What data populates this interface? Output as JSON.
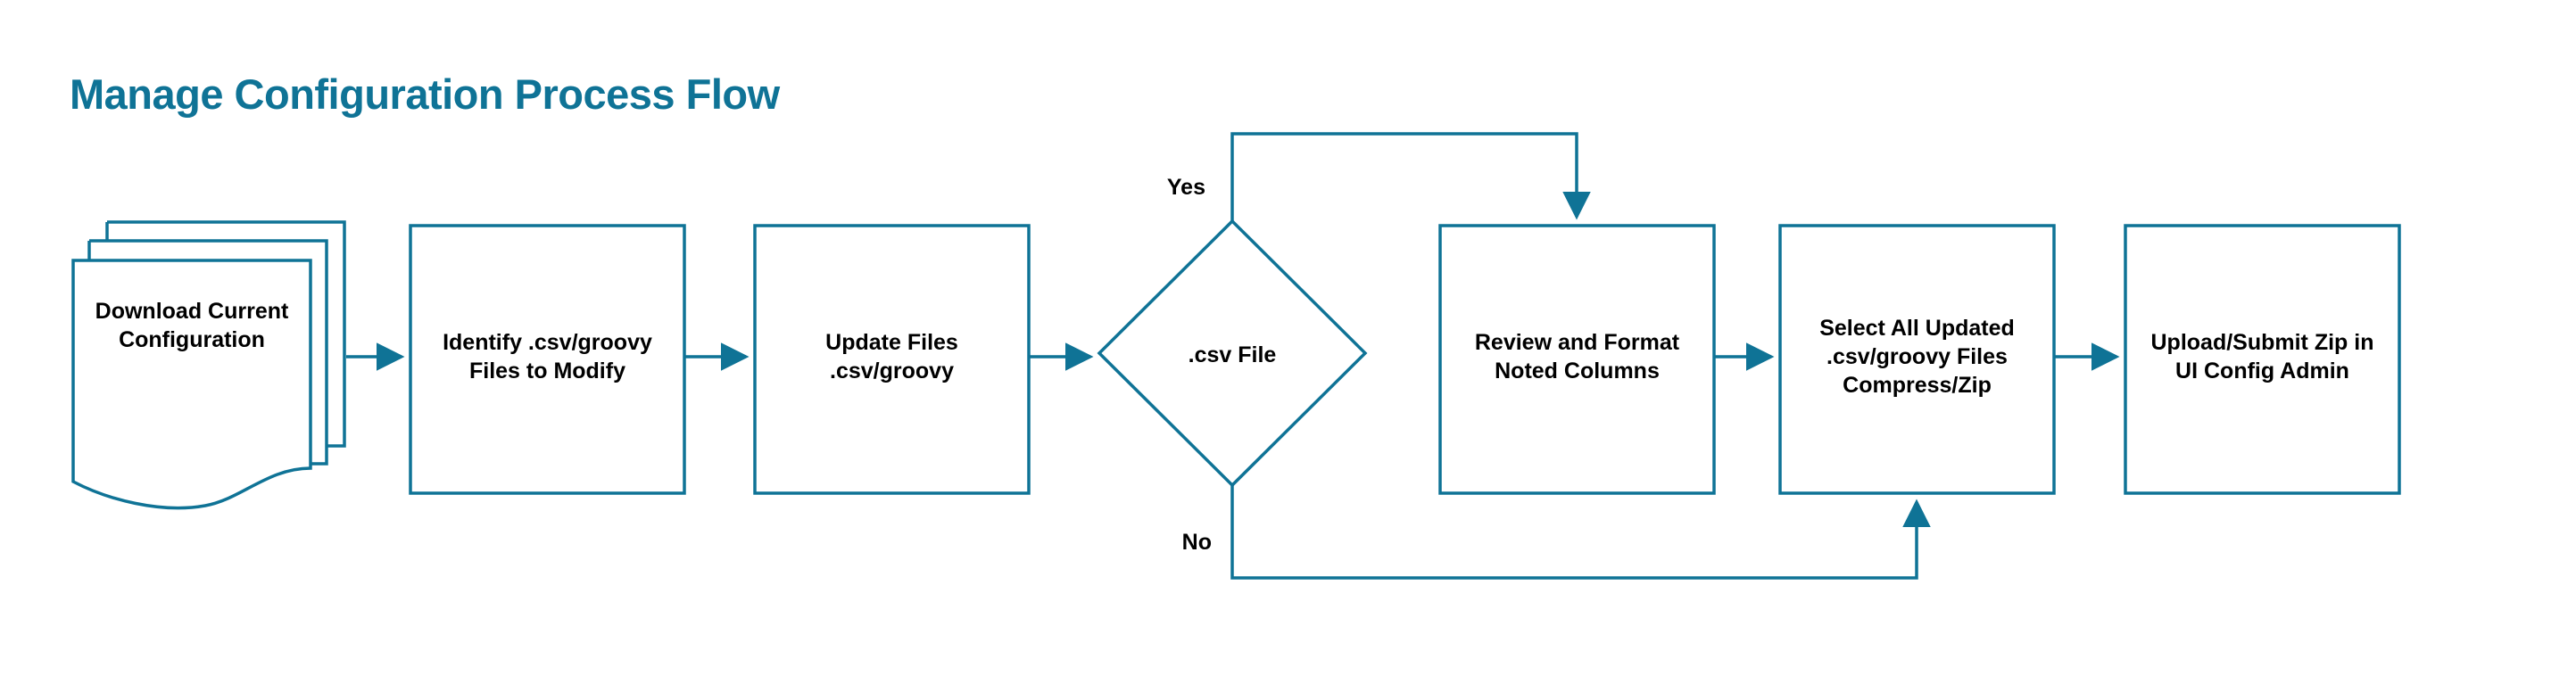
{
  "diagram": {
    "title": "Manage Configuration Process Flow",
    "accent_color": "#0f7396",
    "line_color": "#0f7396",
    "text_color": "#000000",
    "background_color": "#ffffff",
    "nodes": [
      {
        "id": "download",
        "shape": "multi-document",
        "label": "Download Current\nConfiguration"
      },
      {
        "id": "identify",
        "shape": "process",
        "label": "Identify .csv/groovy\nFiles to Modify"
      },
      {
        "id": "update",
        "shape": "process",
        "label": "Update Files\n.csv/groovy"
      },
      {
        "id": "decision",
        "shape": "decision",
        "label": ".csv File"
      },
      {
        "id": "review",
        "shape": "process",
        "label": "Review and Format\nNoted Columns"
      },
      {
        "id": "compress",
        "shape": "process",
        "label": "Select All Updated\n.csv/groovy Files\nCompress/Zip"
      },
      {
        "id": "upload",
        "shape": "process",
        "label": "Upload/Submit Zip in\nUI Config Admin"
      }
    ],
    "edges": [
      {
        "from": "download",
        "to": "identify",
        "label": ""
      },
      {
        "from": "identify",
        "to": "update",
        "label": ""
      },
      {
        "from": "update",
        "to": "decision",
        "label": ""
      },
      {
        "from": "decision",
        "to": "review",
        "label": "Yes"
      },
      {
        "from": "review",
        "to": "compress",
        "label": ""
      },
      {
        "from": "decision",
        "to": "compress",
        "label": "No"
      },
      {
        "from": "compress",
        "to": "upload",
        "label": ""
      }
    ]
  }
}
